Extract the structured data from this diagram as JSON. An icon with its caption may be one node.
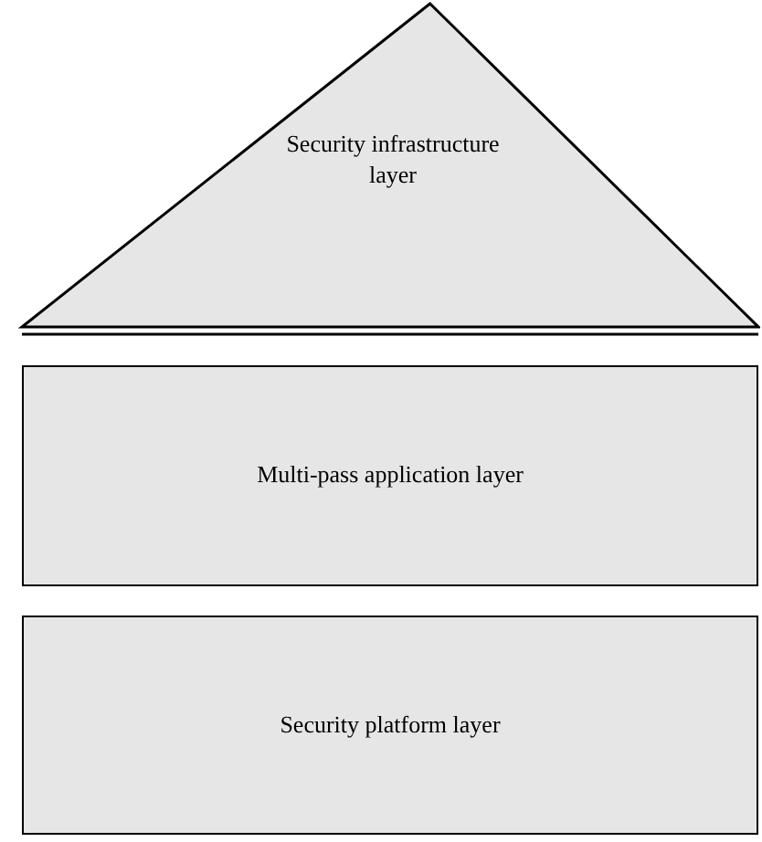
{
  "diagram": {
    "nodes": [
      {
        "text": [
          "Security infrastructure layer"
        ]
      },
      {
        "text": [
          "Multi-pass application layer"
        ]
      },
      {
        "text": [
          "Security platform layer"
        ]
      }
    ]
  }
}
